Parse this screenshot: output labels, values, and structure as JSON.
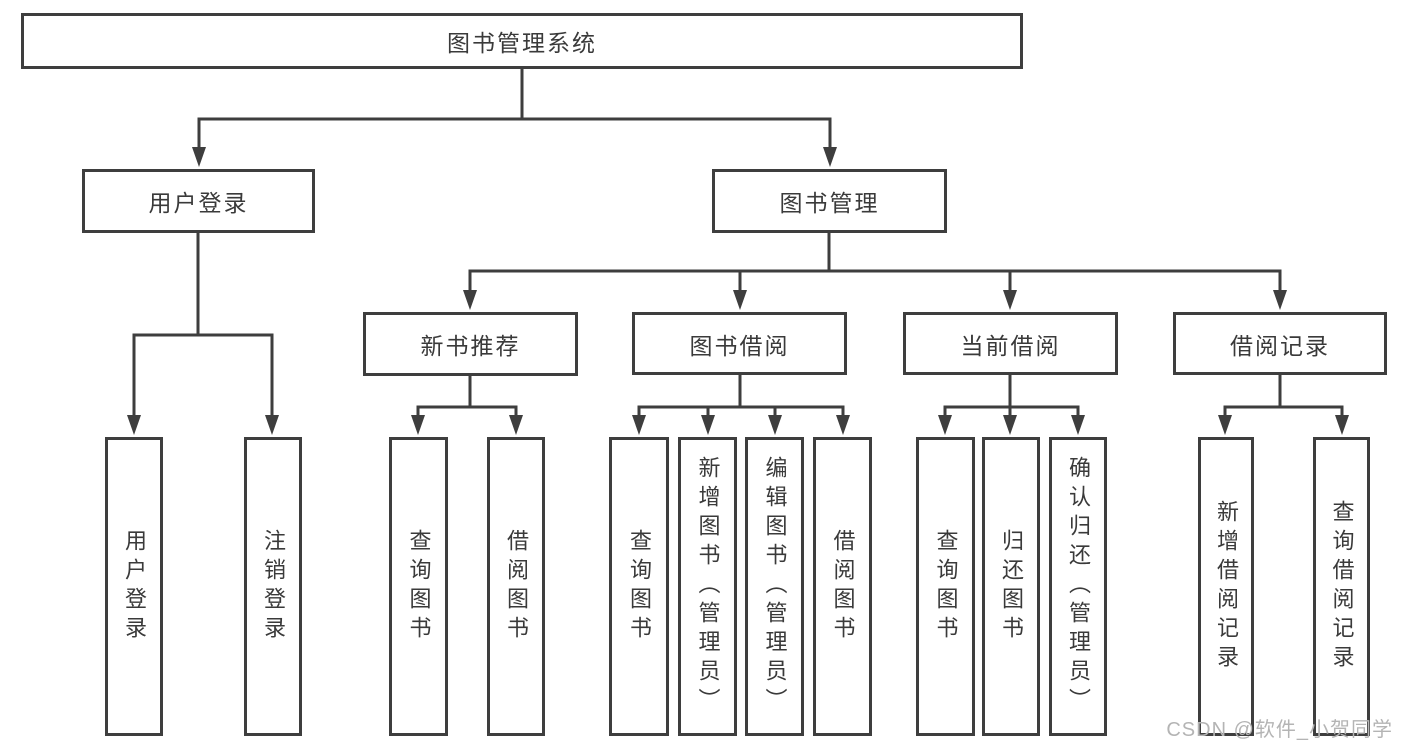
{
  "colors": {
    "line": "#3e3e3e",
    "text": "#3a3a3a",
    "watermark_text": "#b4b4b4",
    "background": "#ffffff"
  },
  "watermark": {
    "text": "CSDN @软件_小贺同学"
  },
  "tree": {
    "root": {
      "label": "图书管理系统",
      "children": [
        {
          "label": "用户登录",
          "children": [
            {
              "label": "用户登录"
            },
            {
              "label": "注销登录"
            }
          ]
        },
        {
          "label": "图书管理",
          "children": [
            {
              "label": "新书推荐",
              "children": [
                {
                  "label": "查询图书"
                },
                {
                  "label": "借阅图书"
                }
              ]
            },
            {
              "label": "图书借阅",
              "children": [
                {
                  "label": "查询图书"
                },
                {
                  "label": "新增图书（管理员）"
                },
                {
                  "label": "编辑图书（管理员）"
                },
                {
                  "label": "借阅图书"
                }
              ]
            },
            {
              "label": "当前借阅",
              "children": [
                {
                  "label": "查询图书"
                },
                {
                  "label": "归还图书"
                },
                {
                  "label": "确认归还（管理员）"
                }
              ]
            },
            {
              "label": "借阅记录",
              "children": [
                {
                  "label": "新增借阅记录"
                },
                {
                  "label": "查询借阅记录"
                }
              ]
            }
          ]
        }
      ]
    }
  }
}
